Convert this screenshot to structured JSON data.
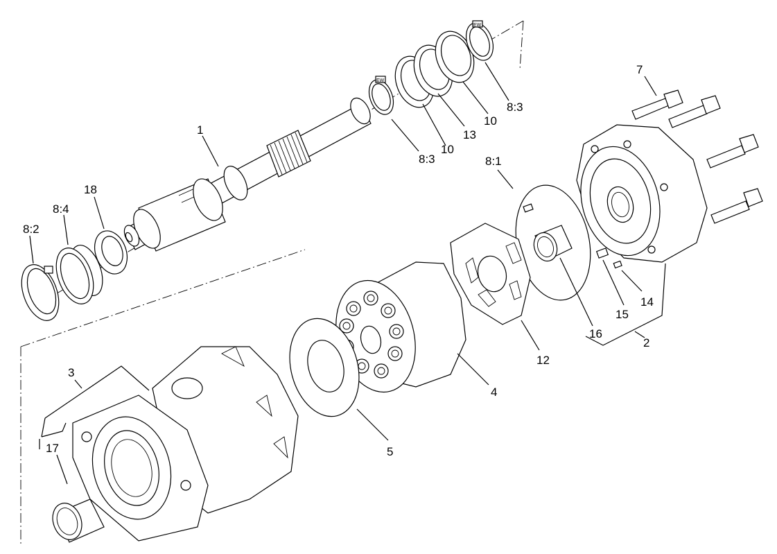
{
  "callouts": {
    "c1": "1",
    "c2": "2",
    "c3": "3",
    "c4": "4",
    "c5": "5",
    "c7": "7",
    "c8_1": "8:1",
    "c8_2": "8:2",
    "c8_3a": "8:3",
    "c8_3b": "8:3",
    "c8_4": "8:4",
    "c10a": "10",
    "c10b": "10",
    "c12": "12",
    "c13": "13",
    "c14": "14",
    "c15": "15",
    "c16": "16",
    "c17": "17",
    "c18": "18"
  },
  "ring_marks": {
    "left_ring": "EW",
    "right_ring": "EW"
  }
}
